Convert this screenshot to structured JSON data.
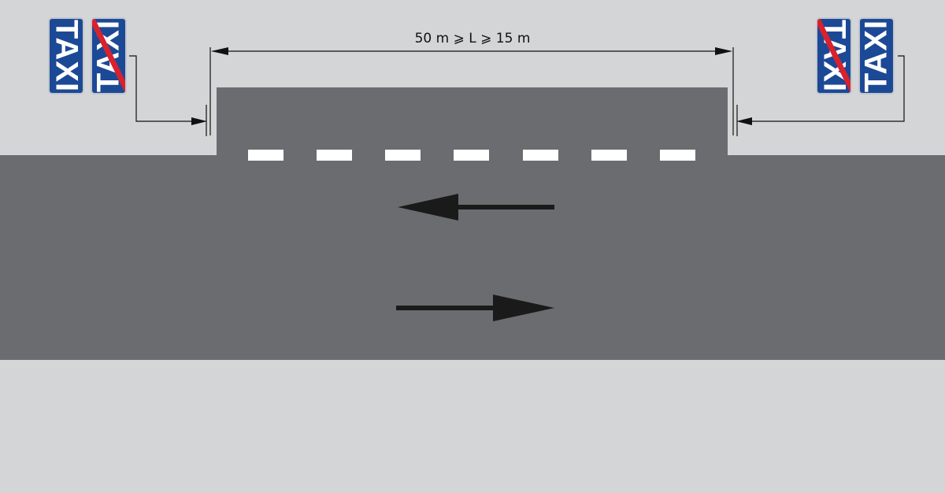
{
  "dimension_label": "50 m ⩾ L ⩾ 15 m",
  "signs": {
    "left_start": "TAXI",
    "left_end": "TAXI",
    "right_end": "TAXI",
    "right_start": "TAXI"
  },
  "colors": {
    "background": "#d4d5d7",
    "road": "#6b6c70",
    "sign_blue": "#1c4996",
    "cross_red": "#d8222d",
    "marking": "#ffffff",
    "arrow": "#1a1a1a"
  }
}
